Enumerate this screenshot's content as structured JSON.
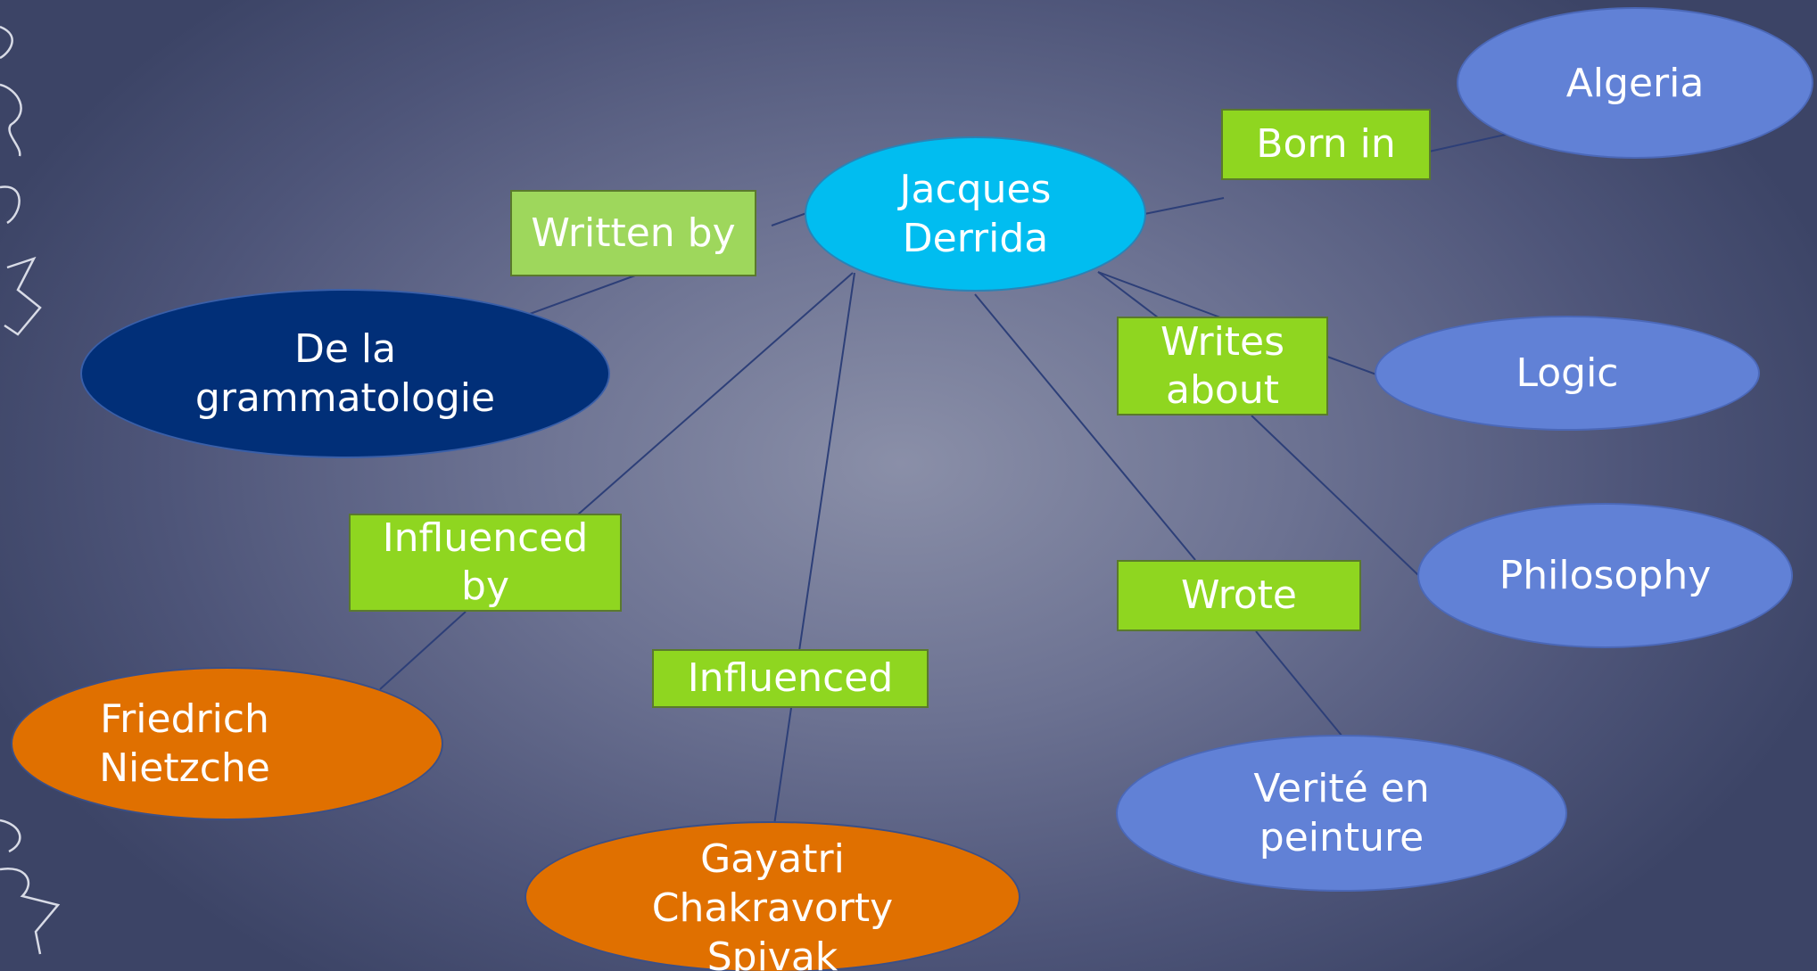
{
  "nodes": {
    "center": "Jacques Derrida",
    "algeria": "Algeria",
    "grammatologie": "De la grammatologie",
    "logic": "Logic",
    "philosophy": "Philosophy",
    "nietzche": "Friedrich Nietzche",
    "spivak": "Gayatri Chakravorty Spivak",
    "verite": "Verité en peinture"
  },
  "relations": {
    "born_in": "Born in",
    "written_by": "Written by",
    "writes_about": "Writes about",
    "influenced_by": "Influenced by",
    "influenced": "Influenced",
    "wrote": "Wrote"
  },
  "colors": {
    "background": "#6c7292",
    "center_node": "#01bdf0",
    "topic_node": "#6181d6",
    "work_node": "#012f78",
    "person_node": "#e07000",
    "relation_label": "#8fd620",
    "edge": "#2d3f78"
  },
  "icons": {
    "decoration": "puzzle-piece-outline"
  }
}
